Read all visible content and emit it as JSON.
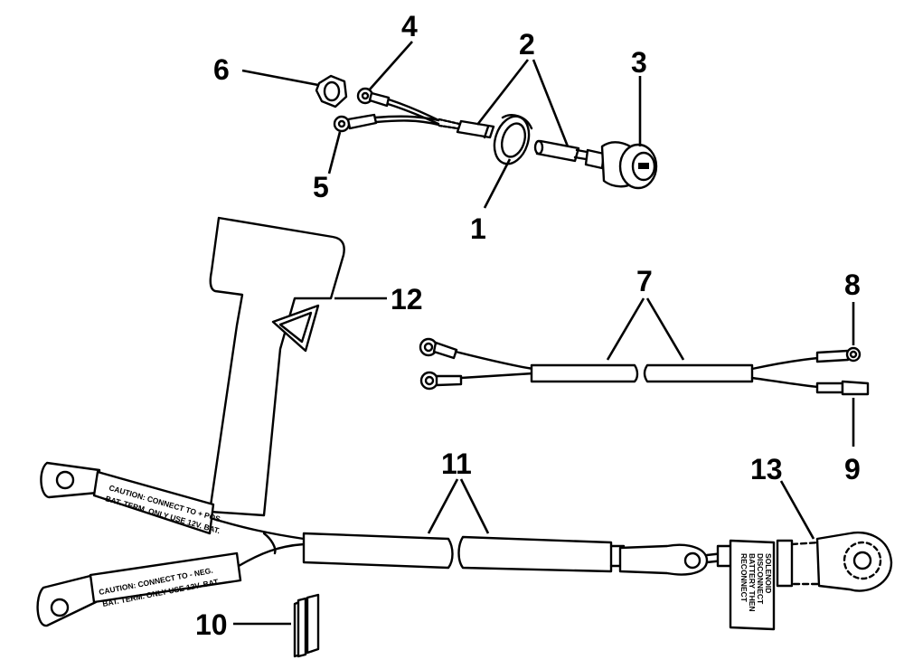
{
  "callouts": {
    "c1": "1",
    "c2": "2",
    "c3": "3",
    "c4": "4",
    "c5": "5",
    "c6": "6",
    "c7": "7",
    "c8": "8",
    "c9": "9",
    "c10": "10",
    "c11": "11",
    "c12": "12",
    "c13": "13"
  },
  "labels": {
    "pos_caution_1": "CAUTION: CONNECT TO + POS.",
    "pos_caution_2": "BAT. TERM. ONLY USE 12V. BAT.",
    "neg_caution_1": "CAUTION: CONNECT TO - NEG.",
    "neg_caution_2": "BAT. TERM. ONLY USE 12V. BAT.",
    "tag_1": "DISCONNECT",
    "tag_2": "BATTERY THEN",
    "tag_3": "RECONNECT",
    "tag_4": "SOLENOID"
  }
}
